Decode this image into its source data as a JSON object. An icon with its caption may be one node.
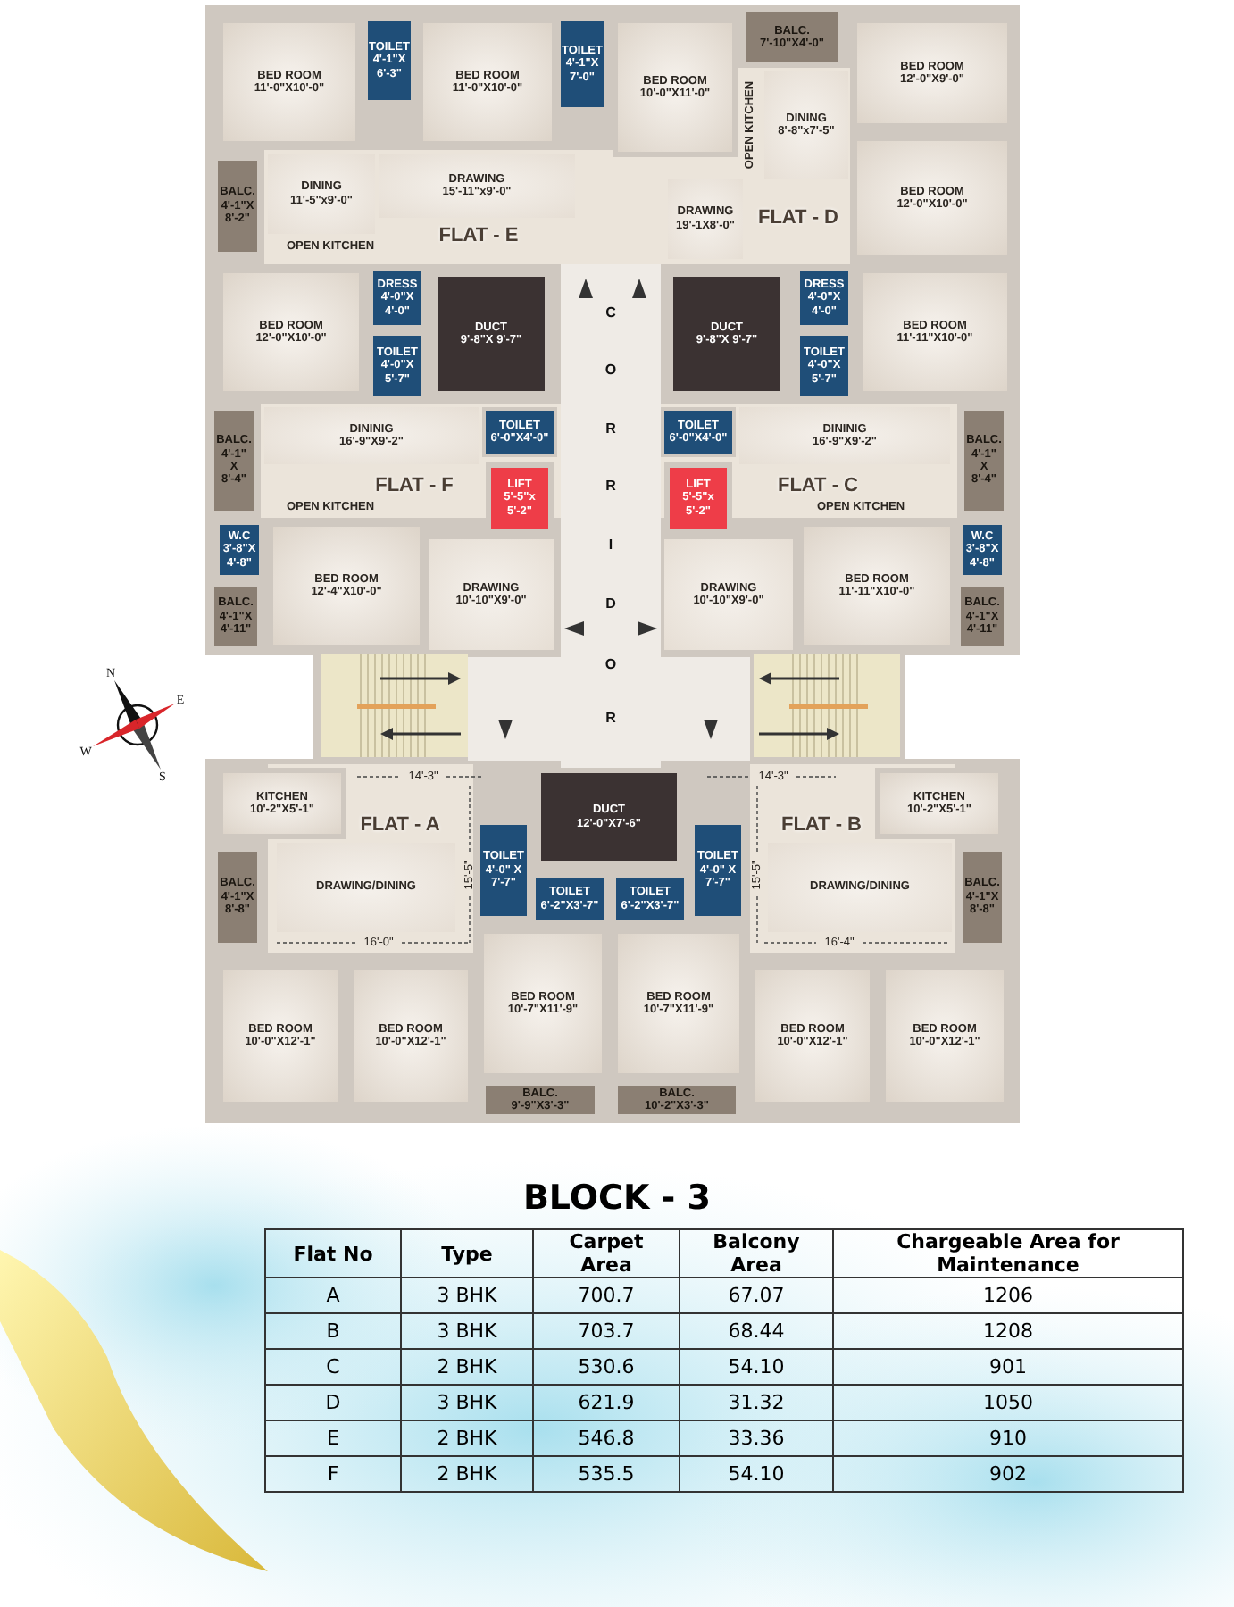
{
  "diagram": {
    "title": "BLOCK - 3",
    "nodes": [
      {
        "text": [
          "BED ROOM",
          "11'-0\"X10'-0\""
        ]
      },
      {
        "text": [
          "TOILET",
          "4'-1\"X 6'-3\""
        ]
      },
      {
        "text": [
          "BED ROOM",
          "11'-0\"X10'-0\""
        ]
      },
      {
        "text": [
          "TOILET",
          "4'-1\"X 7'-0\""
        ]
      },
      {
        "text": [
          "BED ROOM",
          "10'-0\"X11'-0\""
        ]
      },
      {
        "text": [
          "BALC.",
          "7'-10\"X4'-0\""
        ]
      },
      {
        "text": [
          "BED ROOM",
          "12'-0\"X9'-0\""
        ]
      },
      {
        "text": [
          "BALC.",
          "4'-1\"X 8'-2\""
        ]
      },
      {
        "text": [
          "DINING",
          "11'-5\"x9'-0\""
        ]
      },
      {
        "text": [
          "DRAWING",
          "15'-11\"x9'-0\""
        ]
      },
      {
        "text": [
          "DRAWING",
          "19'-1X8'-0\""
        ]
      },
      {
        "text": [
          "DINING",
          "8'-8\"x7'-5\""
        ]
      },
      {
        "text": [
          "BED ROOM",
          "12'-0\"X10'-0\""
        ]
      },
      {
        "text": [
          "BED ROOM",
          "12'-0\"X10'-0\""
        ]
      },
      {
        "text": [
          "DRESS",
          "4'-0\"X 4'-0\""
        ]
      },
      {
        "text": [
          "DUCT",
          "9'-8\"X 9'-7\""
        ]
      },
      {
        "text": [
          "DUCT",
          "9'-8\"X 9'-7\""
        ]
      },
      {
        "text": [
          "DRESS",
          "4'-0\"X 4'-0\""
        ]
      },
      {
        "text": [
          "BED ROOM",
          "11'-11\"X10'-0\""
        ]
      },
      {
        "text": [
          "TOILET",
          "4'-0\"X 5'-7\""
        ]
      },
      {
        "text": [
          "TOILET",
          "4'-0\"X 5'-7\""
        ]
      },
      {
        "text": [
          "BALC.",
          "4'-1\" X 8'-4\""
        ]
      },
      {
        "text": [
          "DININIG",
          "16'-9\"X9'-2\""
        ]
      },
      {
        "text": [
          "TOILET",
          "6'-0\"X4'-0\""
        ]
      },
      {
        "text": [
          "TOILET",
          "6'-0\"X4'-0\""
        ]
      },
      {
        "text": [
          "DININIG",
          "16'-9\"X9'-2\""
        ]
      },
      {
        "text": [
          "BALC.",
          "4'-1\" X 8'-4\""
        ]
      },
      {
        "text": [
          "LIFT",
          "5'-5\"x 5'-2\""
        ]
      },
      {
        "text": [
          "LIFT",
          "5'-5\"x 5'-2\""
        ]
      },
      {
        "text": [
          "W.C",
          "3'-8\"X 4'-8\""
        ]
      },
      {
        "text": [
          "BED ROOM",
          "12'-4\"X10'-0\""
        ]
      },
      {
        "text": [
          "DRAWING",
          "10'-10\"X9'-0\""
        ]
      },
      {
        "text": [
          "DRAWING",
          "10'-10\"X9'-0\""
        ]
      },
      {
        "text": [
          "BED ROOM",
          "11'-11\"X10'-0\""
        ]
      },
      {
        "text": [
          "W.C",
          "3'-8\"X 4'-8\""
        ]
      },
      {
        "text": [
          "BALC.",
          "4'-1\"X 4'-11\""
        ]
      },
      {
        "text": [
          "BALC.",
          "4'-1\"X 4'-11\""
        ]
      },
      {
        "text": [
          "KITCHEN",
          "10'-2\"X5'-1\""
        ]
      },
      {
        "text": [
          "DUCT",
          "12'-0\"X7'-6\""
        ]
      },
      {
        "text": [
          "KITCHEN",
          "10'-2\"X5'-1\""
        ]
      },
      {
        "text": [
          "TOILET",
          "4'-0\" X 7'-7\""
        ]
      },
      {
        "text": [
          "TOILET",
          "4'-0\" X 7'-7\""
        ]
      },
      {
        "text": [
          "BALC.",
          "4'-1\"X 8'-8\""
        ]
      },
      {
        "text": [
          "DRAWING/DINING"
        ]
      },
      {
        "text": [
          "TOILET",
          "6'-2\"X3'-7\""
        ]
      },
      {
        "text": [
          "TOILET",
          "6'-2\"X3'-7\""
        ]
      },
      {
        "text": [
          "DRAWING/DINING"
        ]
      },
      {
        "text": [
          "BALC.",
          "4'-1\"X 8'-8\""
        ]
      },
      {
        "text": [
          "BED ROOM",
          "10'-7\"X11'-9\""
        ]
      },
      {
        "text": [
          "BED ROOM",
          "10'-7\"X11'-9\""
        ]
      },
      {
        "text": [
          "BED ROOM",
          "10'-0\"X12'-1\""
        ]
      },
      {
        "text": [
          "BED ROOM",
          "10'-0\"X12'-1\""
        ]
      },
      {
        "text": [
          "BED ROOM",
          "10'-0\"X12'-1\""
        ]
      },
      {
        "text": [
          "BED ROOM",
          "10'-0\"X12'-1\""
        ]
      },
      {
        "text": [
          "BALC.",
          "9'-9\"X3'-3\""
        ]
      },
      {
        "text": [
          "BALC.",
          "10'-2\"X3'-3\""
        ]
      }
    ],
    "labels": [
      "FLAT - E",
      "OPEN KITCHEN",
      "OPEN KITCHEN",
      "FLAT - D",
      "C",
      "O",
      "R",
      "R",
      "FLAT - F",
      "FLAT - C",
      "OPEN KITCHEN",
      "OPEN KITCHEN",
      "I",
      "D",
      "O",
      "N",
      "E",
      "W",
      "S",
      "R",
      "14'-3\"",
      "14'-3\"",
      "FLAT - A",
      "15'-5\"",
      "FLAT - B",
      "15'-5\"",
      "16'-0\"",
      "16'-4\"",
      "Flat No",
      "Type",
      "Carpet Area",
      "Balcony Area",
      "Chargeable Area for Maintenance",
      "A",
      "3 BHK",
      "700.7",
      "67.07",
      "1206",
      "B",
      "3 BHK",
      "703.7",
      "68.44",
      "1208",
      "C",
      "2 BHK",
      "530.6",
      "54.10",
      "901",
      "D",
      "3 BHK",
      "621.9",
      "31.32",
      "1050",
      "E",
      "2 BHK",
      "546.8",
      "33.36",
      "910",
      "F",
      "2 BHK",
      "535.5",
      "54.10",
      "902"
    ]
  }
}
